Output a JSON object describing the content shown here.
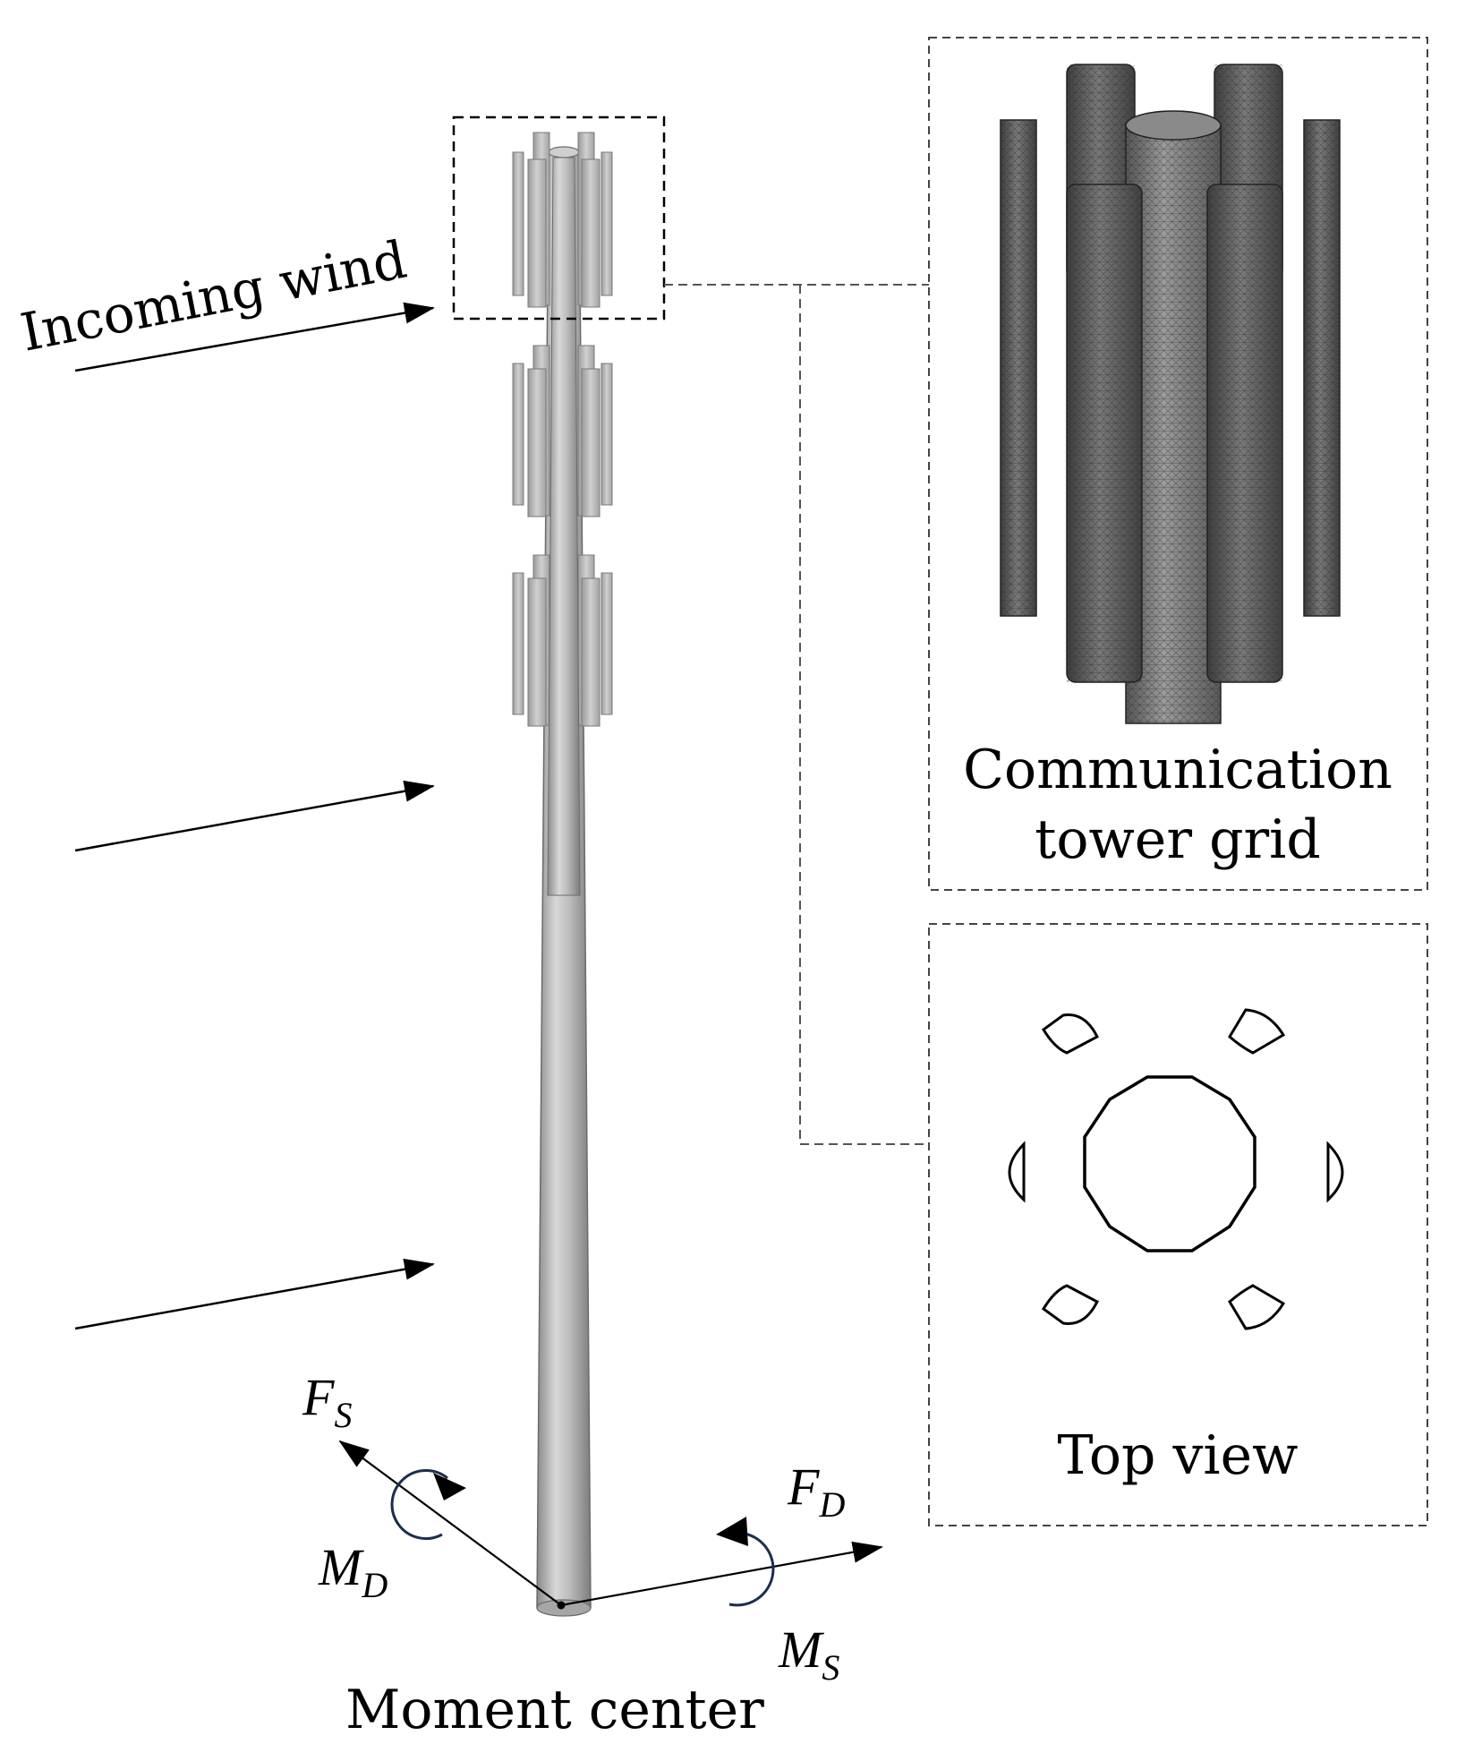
{
  "labels": {
    "incoming_wind": "Incoming wind",
    "moment_center": "Moment center",
    "panel_grid_title": "Communication",
    "panel_grid_title_line2": "tower grid",
    "panel_top_title": "Top view"
  },
  "forces": {
    "fs": {
      "symbol": "F",
      "subscript": "S"
    },
    "fd": {
      "symbol": "F",
      "subscript": "D"
    },
    "md": {
      "symbol": "M",
      "subscript": "D"
    },
    "ms": {
      "symbol": "M",
      "subscript": "S"
    }
  },
  "colors": {
    "ink": "#000000",
    "pole_fill": "#b5b5b5",
    "pole_shade": "#8c8c8c",
    "pole_highlight": "#dedede",
    "mesh_dark": "#4d4d4d",
    "moment_arc": "#1b2f4e",
    "dashed": "#444444"
  }
}
